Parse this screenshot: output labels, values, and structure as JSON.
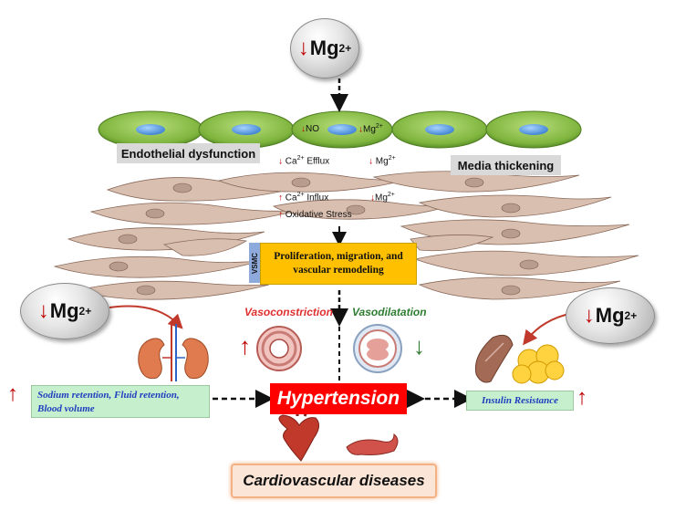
{
  "mg_label": "Mg",
  "mg_sup": "2+",
  "endothelium": {
    "no_label": "NO",
    "mg_label": "Mg",
    "mg_sup": "2+"
  },
  "endothelial_dysfunction": "Endothelial dysfunction",
  "media_thickening": "Media thickening",
  "ca_efflux": {
    "ca": "Ca",
    "sup": "2+",
    "rest": " Efflux"
  },
  "mg_below": {
    "mg": "Mg",
    "sup": "2+"
  },
  "ca_influx": {
    "ca": "Ca",
    "sup": "2+",
    "rest": " Influx"
  },
  "mg_vsmc": {
    "mg": "Mg",
    "sup": "2+"
  },
  "oxidative_stress": "Oxidative Stress",
  "vsmc_tag": "VSMC",
  "vsmc_box": {
    "line1": "Proliferation, migration, and",
    "line2": "vascular remodeling"
  },
  "vasoconstriction": "Vasoconstriction",
  "vasodilatation": "Vasodilatation",
  "kidney_box": {
    "line1": "Sodium retention, Fluid retention,",
    "line2": "Blood volume"
  },
  "hypertension": "Hypertension",
  "insulin_resistance": "Insulin Resistance",
  "cardiovascular": "Cardiovascular diseases",
  "colors": {
    "arrow_red": "#c00000",
    "arrow_green": "#2e7d32",
    "endothelial_green": "#8cc152",
    "vsmc_yellow": "#ffc000",
    "hypertension_red": "#ff0000",
    "outcome_box": "#c6efce"
  }
}
